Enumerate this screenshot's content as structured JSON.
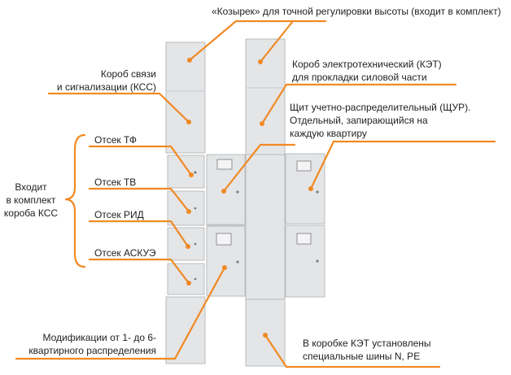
{
  "colors": {
    "accent": "#f08a24",
    "panel": "#e4e5e7",
    "panel_edge": "#b9bbbe",
    "text": "#1f1f1f"
  },
  "labels": {
    "visor": "«Козырек» для точной регулировки высоты (входит в комплект)",
    "kss_line1": "Короб связи",
    "kss_line2": "и сигнализации (КСС)",
    "ket_line1": "Короб электротехнический (КЭТ)",
    "ket_line2": "для прокладки силовой части",
    "shur_line1": "Щит учетно-распределительный (ЩУР).",
    "shur_line2": "Отдельный, запирающийся на",
    "shur_line3": "каждую квартиру",
    "tf": "Отсек ТФ",
    "tv": "Отсек ТВ",
    "rid": "Отсек РИД",
    "askue": "Отсек АСКУЭ",
    "included_line1": "Входит",
    "included_line2": "в комплект",
    "included_line3": "короба КСС",
    "mod_line1": "Модификации от 1- до 6-",
    "mod_line2": "квартирного распределения",
    "busbar_line1": "В коробке КЭТ установлены",
    "busbar_line2": "специальные шины N, PE"
  }
}
